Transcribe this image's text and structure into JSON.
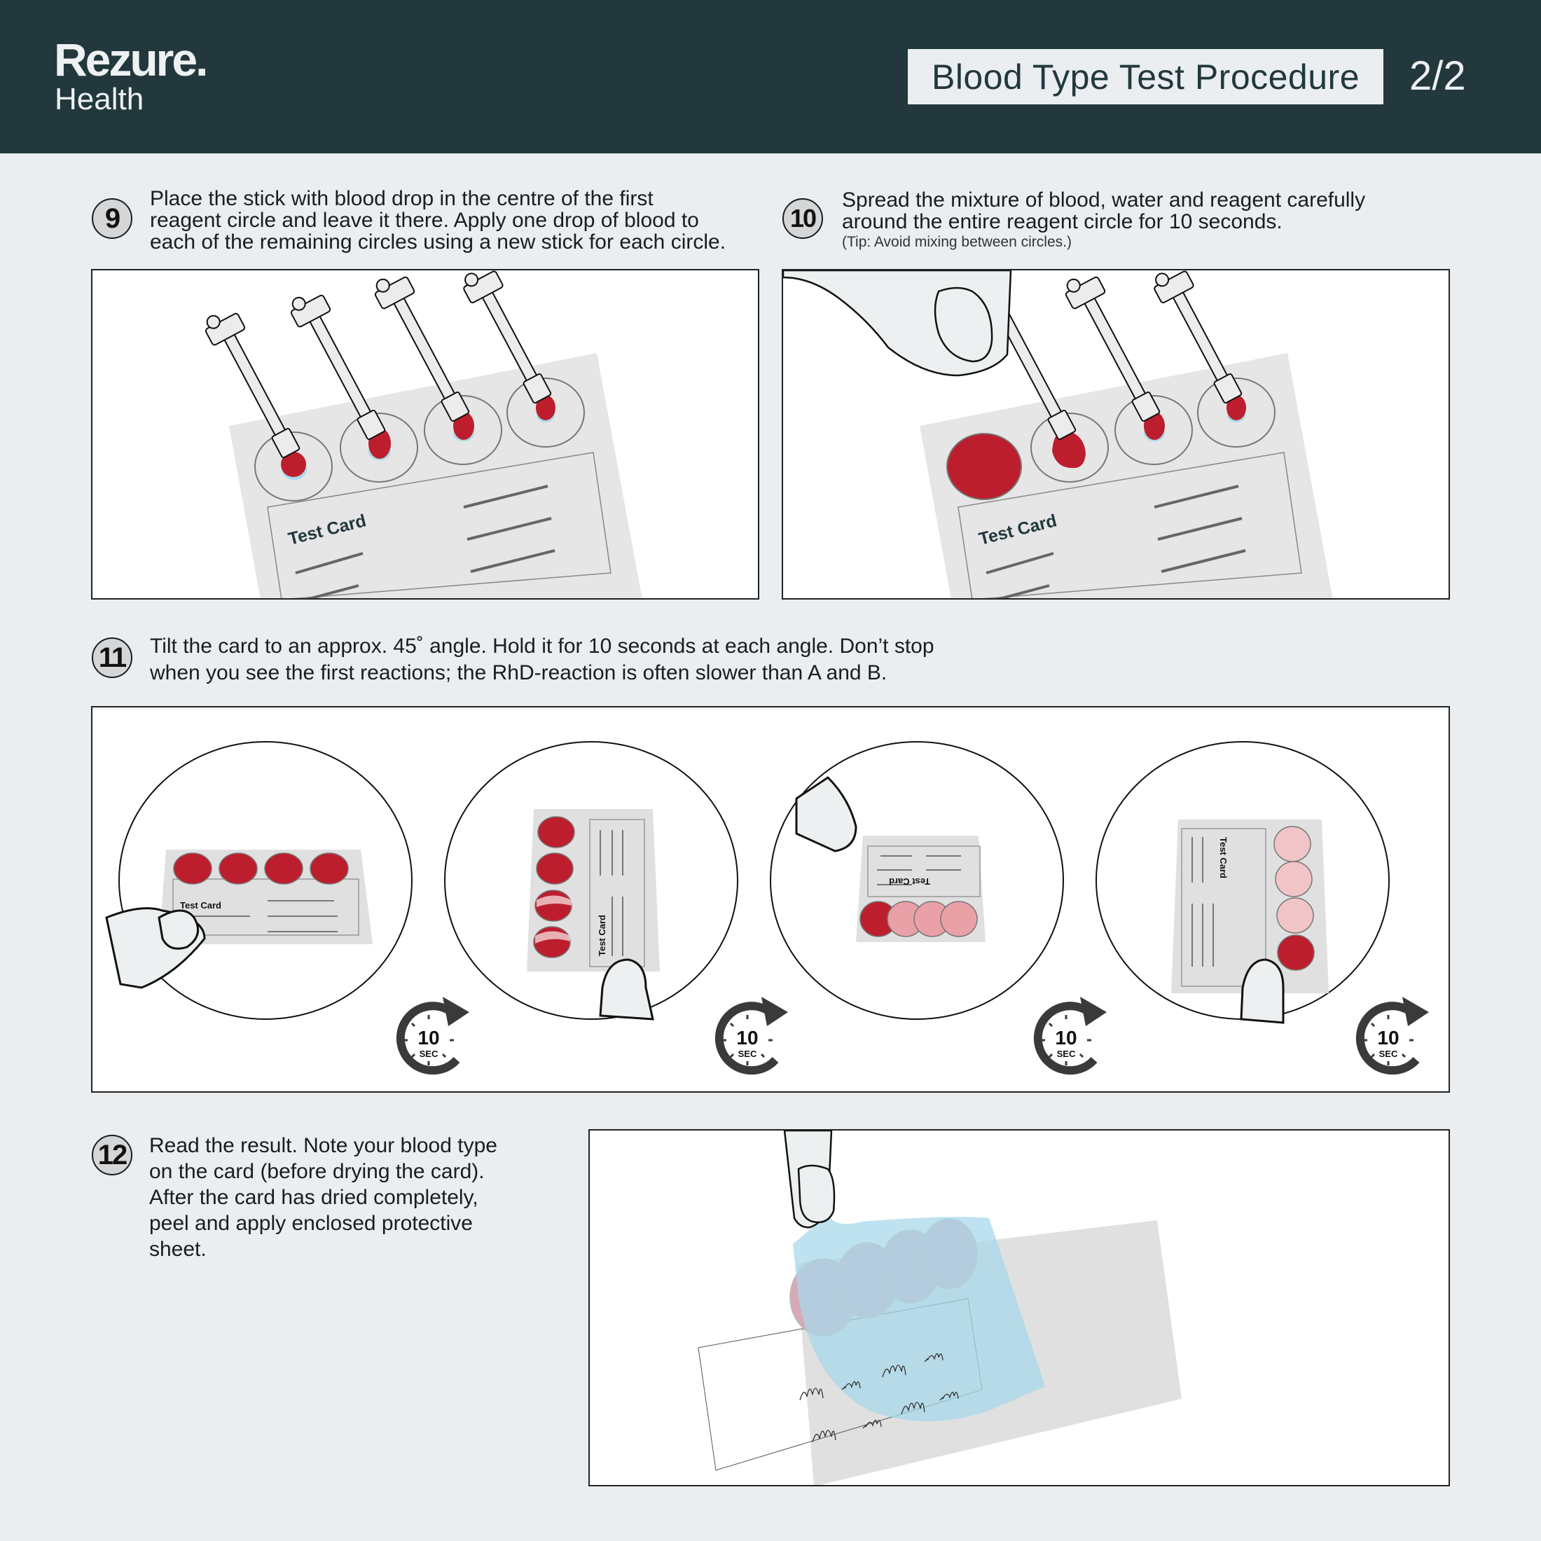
{
  "header": {
    "brand": "Rezure.",
    "brand_sub": "Health",
    "title": "Blood Type Test Procedure",
    "page_indicator": "2/2"
  },
  "colors": {
    "header_bg": "#22383d",
    "page_bg": "#eaeef1",
    "blood_red": "#bd1e2d",
    "card_gray": "#e6e6e6",
    "protective_sheet_blue": "#a8d8ea"
  },
  "steps": [
    {
      "number": "9",
      "lines": [
        "Place the stick with blood drop in the centre of the first",
        "reagent circle and leave it  there. Apply one drop of blood to",
        "each of the remaining circles using a new stick for each circle."
      ],
      "illustration": {
        "card_label": "Test Card",
        "description": "Four sticks placing blood drops on four reagent circles"
      }
    },
    {
      "number": "10",
      "lines": [
        "Spread the mixture of blood, water and reagent carefully",
        "around the entire reagent circle for 10 seconds."
      ],
      "tip": "(Tip: Avoid mixing between circles.)",
      "illustration": {
        "card_label": "Test Card",
        "description": "Hand spreading blood in first circle with a stick"
      }
    },
    {
      "number": "11",
      "lines": [
        "Tilt the card to an approx. 45˚ angle. Hold it for 10 seconds at each angle. Don’t stop",
        "when you see the first reactions; the RhD-reaction is often slower than A and B."
      ],
      "illustration": {
        "card_label": "Test Card",
        "timer_value": "10",
        "timer_unit": "SEC",
        "frames": 4
      }
    },
    {
      "number": "12",
      "lines": [
        "Read the result. Note your blood type",
        "on the card (before drying the card).",
        "After the card has dried completely,",
        "peel and apply enclosed protective",
        "sheet."
      ],
      "illustration": {
        "description": "Protective sheet being applied over dried test card"
      }
    }
  ]
}
